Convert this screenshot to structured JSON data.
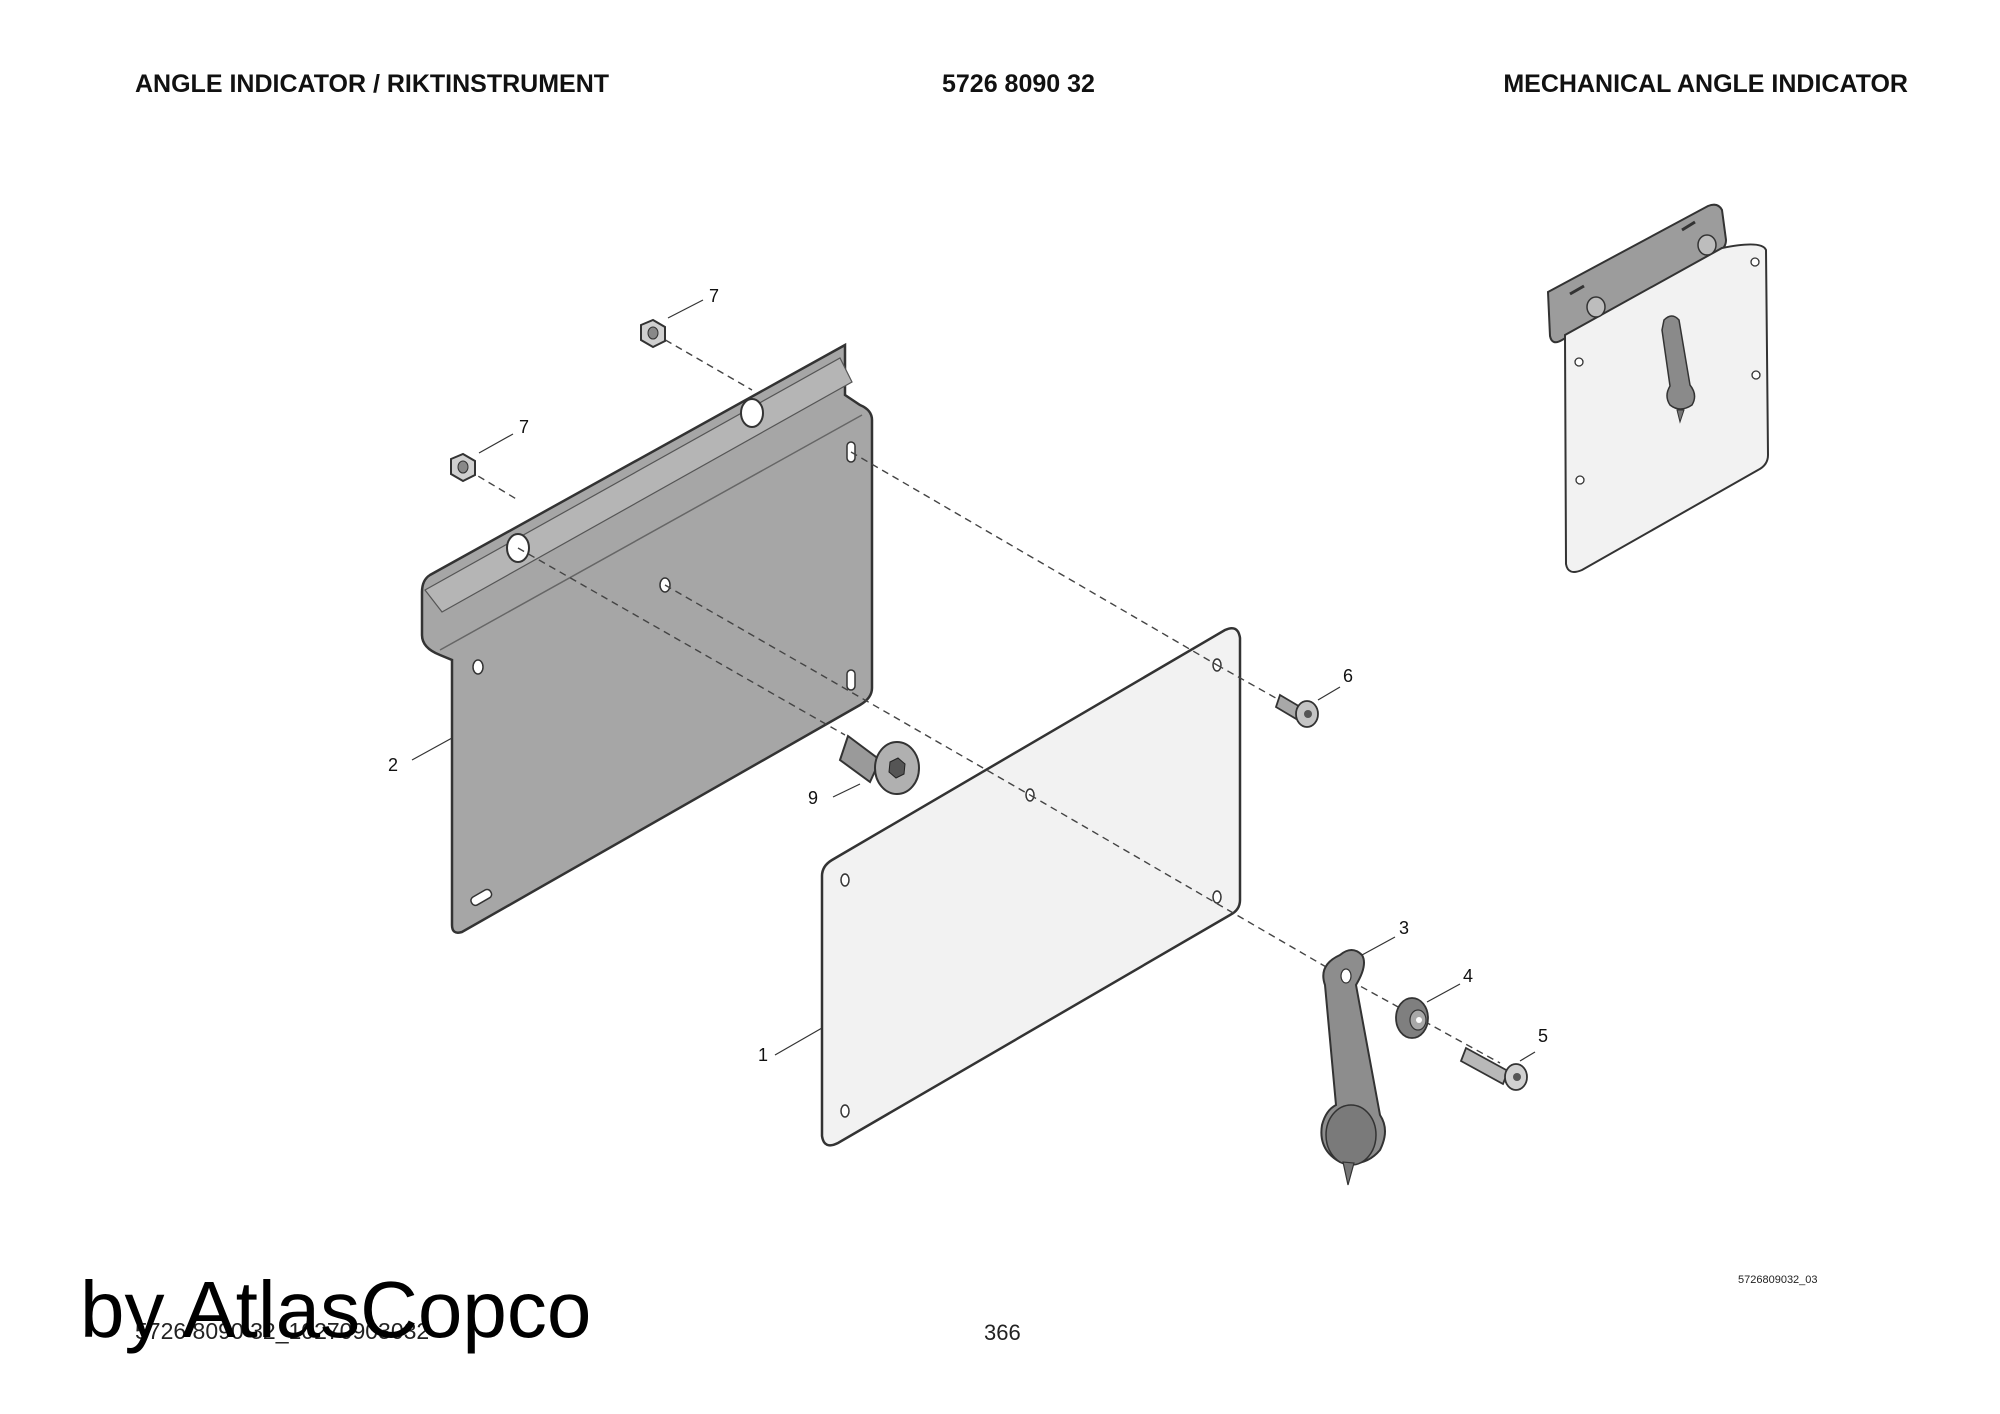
{
  "header": {
    "left": "ANGLE INDICATOR / RIKTINSTRUMENT",
    "center": "5726 8090 32",
    "right": "MECHANICAL ANGLE INDICATOR"
  },
  "callouts": {
    "plate": "1",
    "bracket": "2",
    "pointer": "3",
    "washer": "4",
    "screw_small": "5",
    "screw_bracket": "6",
    "nut_upper": "7",
    "nut_lower": "7",
    "pivot_bolt": "9"
  },
  "drawing_code": "5726809032_03",
  "footer": {
    "document_id": "5726 8090 32_10270903032",
    "page_number": "366"
  },
  "watermark": "by AtlasCopco"
}
